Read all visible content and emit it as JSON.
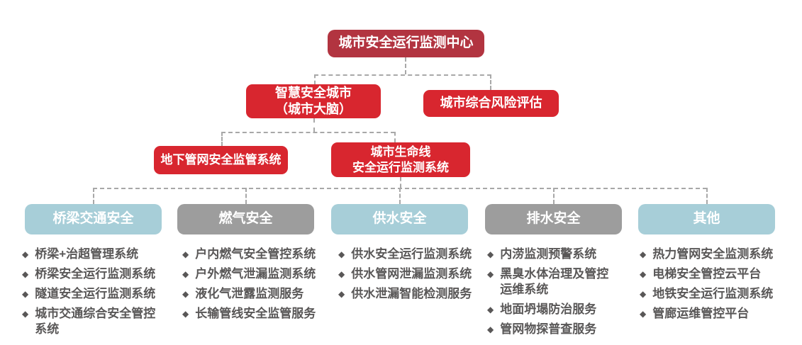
{
  "diagram": {
    "root_label": "城市安全运行监测中心",
    "level2": {
      "smart_city_label": "智慧安全城市\n（城市大脑）",
      "risk_assessment_label": "城市综合风险评估"
    },
    "level3": {
      "underground_pipeline_label": "地下管网安全监管系统",
      "city_lifeline_label": "城市生命线\n安全运行监测系统"
    },
    "columns": [
      {
        "header": "桥梁交通安全",
        "style": "blue",
        "items": [
          "桥梁+治超管理系统",
          "桥梁安全运行监测系统",
          "隧道安全运行监测系统",
          "城市交通综合安全管控\n系统"
        ]
      },
      {
        "header": "燃气安全",
        "style": "gray",
        "items": [
          "户内燃气安全管控系统",
          "户外燃气泄漏监测系统",
          "液化气泄露监测服务",
          "长输管线安全监管服务"
        ]
      },
      {
        "header": "供水安全",
        "style": "blue",
        "items": [
          "供水安全运行监测系统",
          "供水管网泄漏监测系统",
          "供水泄漏智能检测服务"
        ]
      },
      {
        "header": "排水安全",
        "style": "gray",
        "items": [
          "内涝监测预警系统",
          "黑臭水体治理及管控\n运维系统",
          "地面坍塌防治服务",
          "管网物探普查服务"
        ]
      },
      {
        "header": "其他",
        "style": "blue",
        "items": [
          "热力管网安全监测系统",
          "电梯安全管控云平台",
          "地铁安全运行监测系统",
          "管廊运维管控平台"
        ]
      }
    ],
    "bullet_glyph": "◆",
    "colors": {
      "root_red": "#b23440",
      "bright_red": "#d8262f",
      "category_blue": "#a7ced8",
      "category_gray": "#9d9d9d",
      "list_text_gray": "#595757",
      "connector_gray": "#a8a8a8"
    }
  }
}
